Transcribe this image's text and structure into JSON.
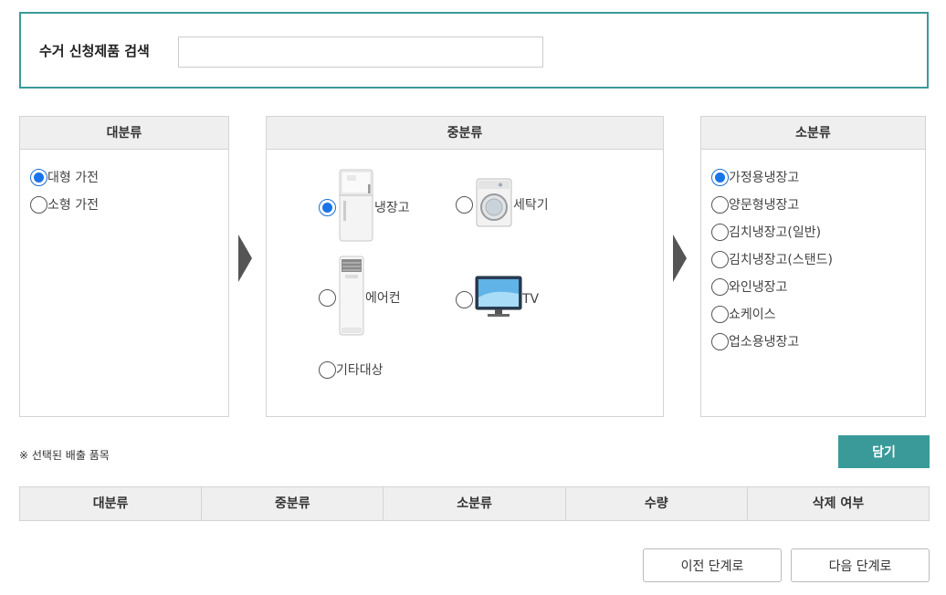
{
  "search": {
    "label": "수거 신청제품 검색",
    "value": "",
    "placeholder": ""
  },
  "large": {
    "header": "대분류",
    "items": [
      {
        "label": "대형 가전",
        "checked": true
      },
      {
        "label": "소형 가전",
        "checked": false
      }
    ]
  },
  "mid": {
    "header": "중분류",
    "items": [
      {
        "label": "냉장고",
        "icon": "refrigerator-icon",
        "checked": true
      },
      {
        "label": "세탁기",
        "icon": "washing-machine-icon",
        "checked": false
      },
      {
        "label": "에어컨",
        "icon": "air-conditioner-icon",
        "checked": false
      },
      {
        "label": "TV",
        "icon": "tv-icon",
        "checked": false
      },
      {
        "label": "기타대상",
        "icon": "",
        "checked": false
      }
    ]
  },
  "small": {
    "header": "소분류",
    "items": [
      {
        "label": "가정용냉장고",
        "checked": true
      },
      {
        "label": "양문형냉장고",
        "checked": false
      },
      {
        "label": "김치냉장고(일반)",
        "checked": false
      },
      {
        "label": "김치냉장고(스탠드)",
        "checked": false
      },
      {
        "label": "와인냉장고",
        "checked": false
      },
      {
        "label": "쇼케이스",
        "checked": false
      },
      {
        "label": "업소용냉장고",
        "checked": false
      }
    ]
  },
  "selected": {
    "note": "※ 선택된 배출 품목",
    "add_label": "담기",
    "columns": [
      "대분류",
      "중분류",
      "소분류",
      "수량",
      "삭제 여부"
    ]
  },
  "nav": {
    "prev_label": "이전 단계로",
    "next_label": "다음 단계로"
  },
  "colors": {
    "accent": "#3a9a9a",
    "radio_selected": "#1a73e8"
  }
}
